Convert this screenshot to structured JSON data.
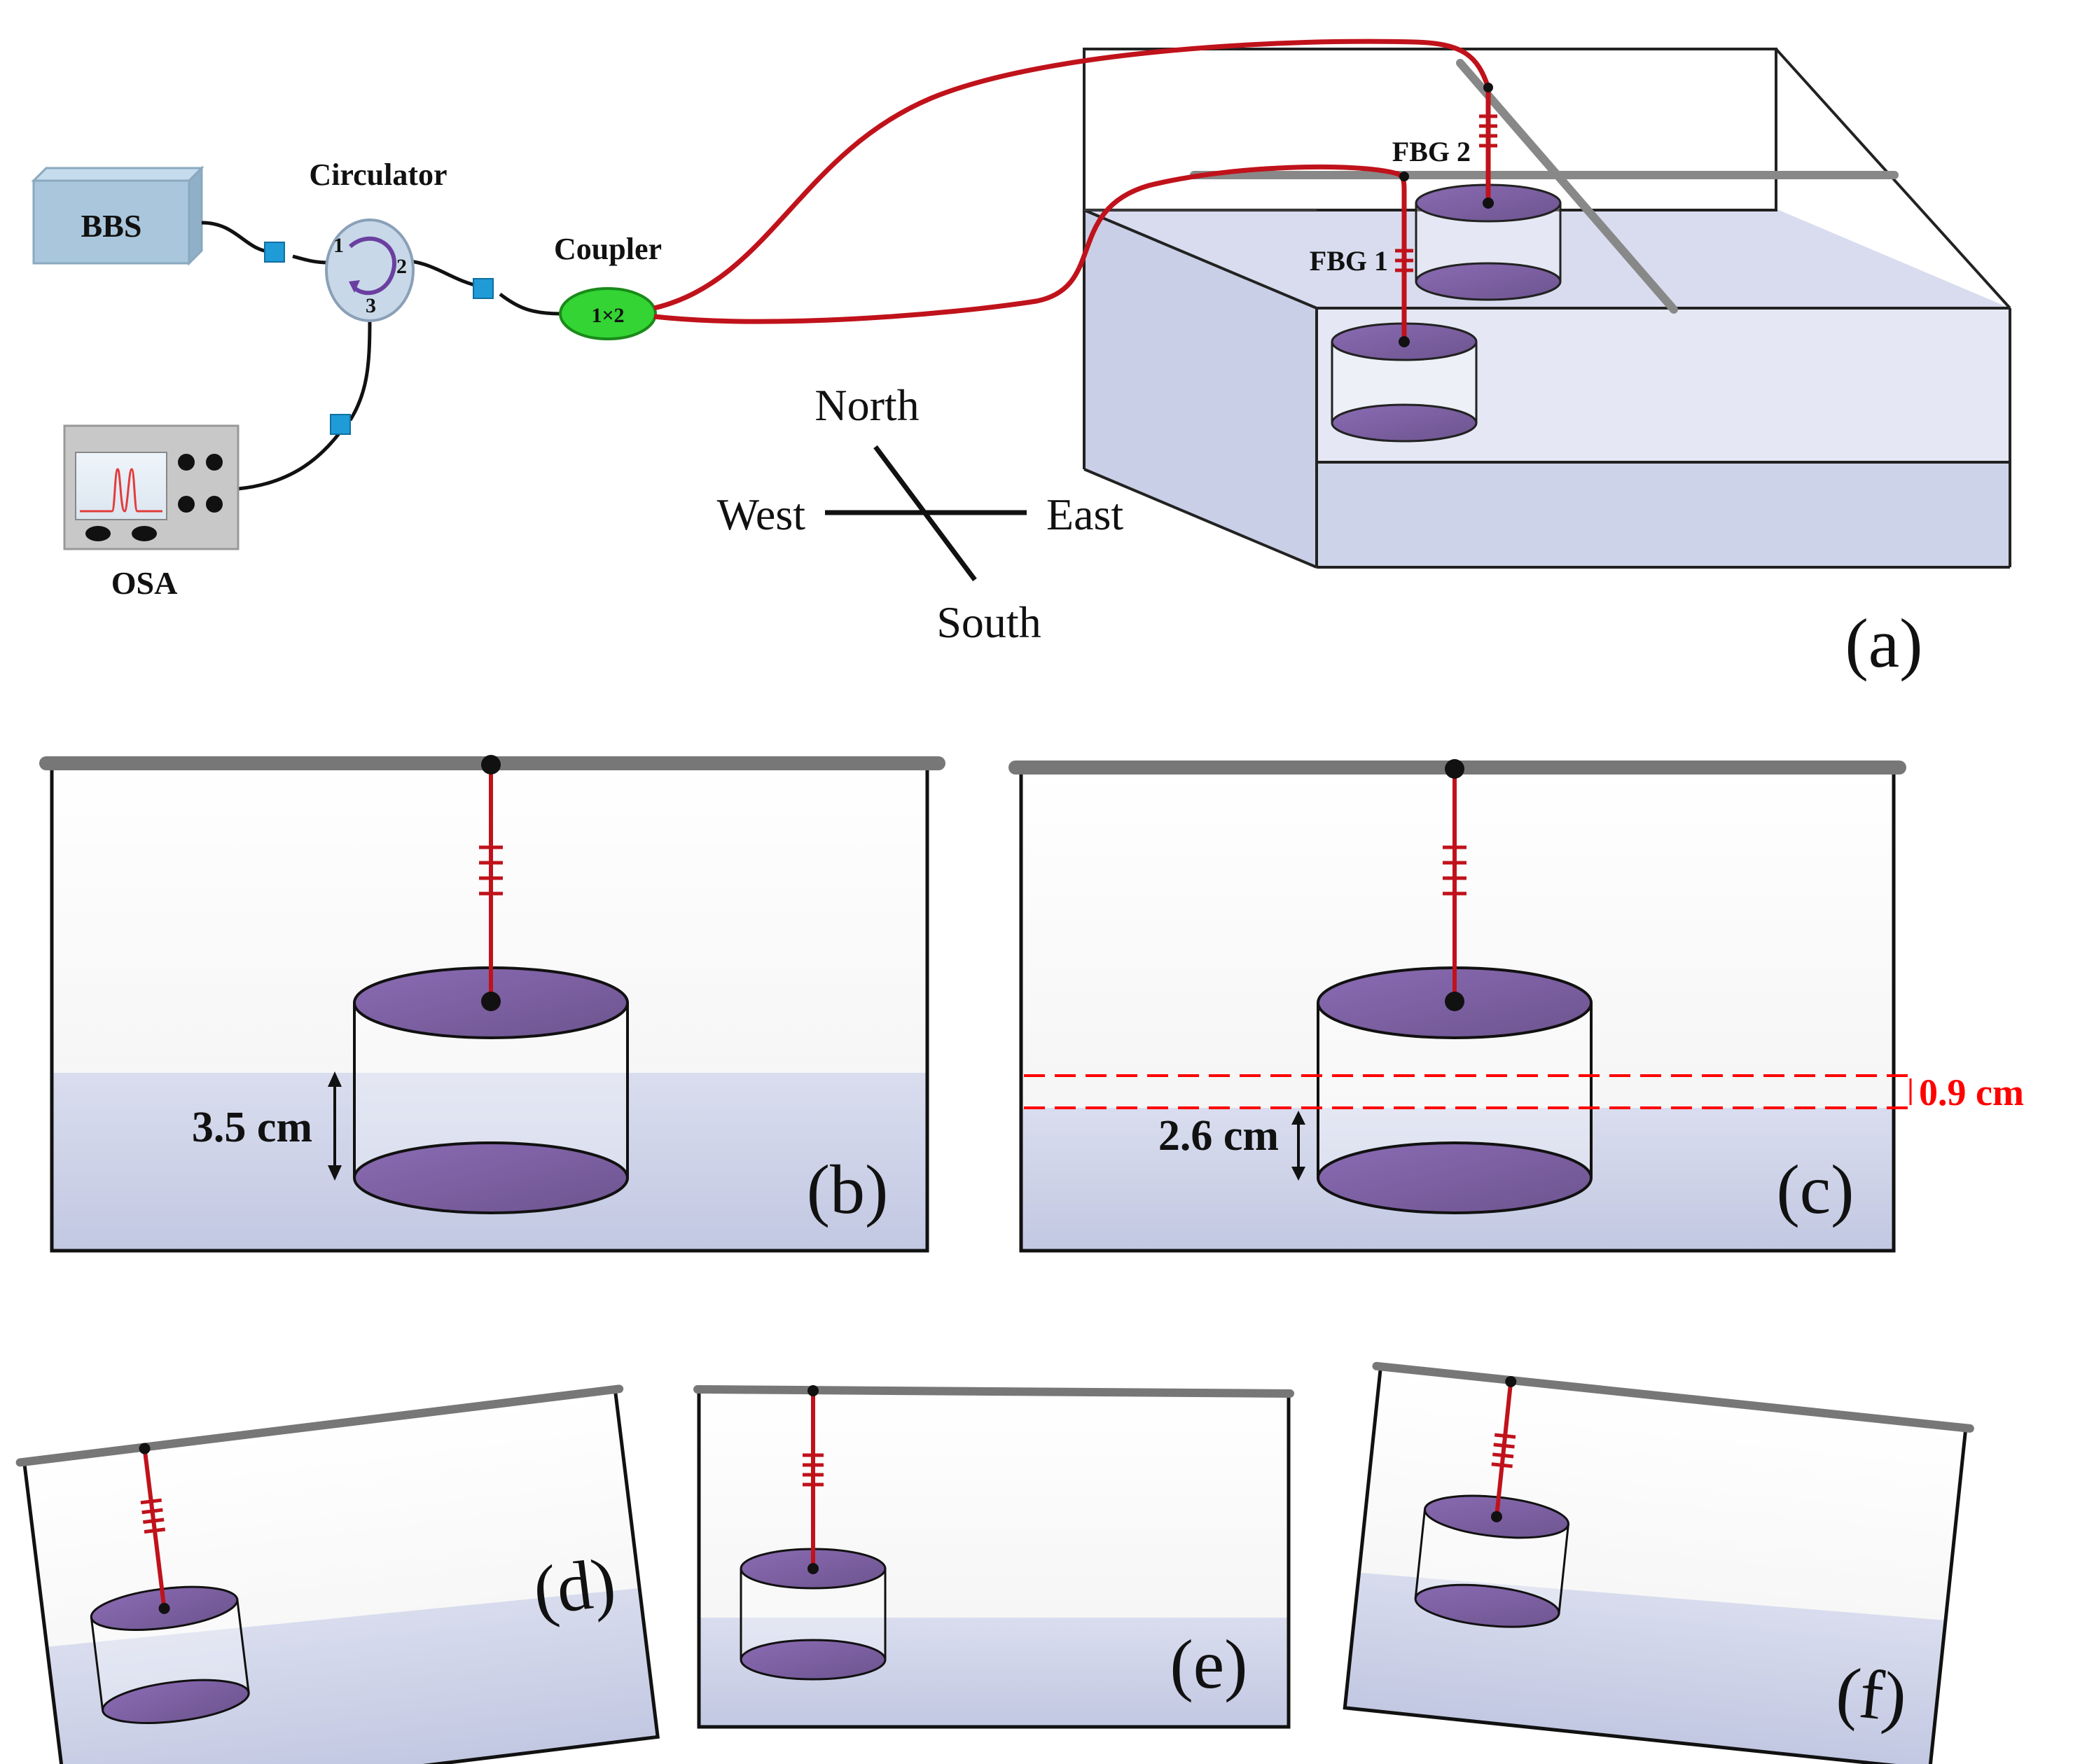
{
  "panel_a": {
    "bbs_label": "BBS",
    "circulator_label": "Circulator",
    "port_1": "1",
    "port_2": "2",
    "port_3": "3",
    "coupler_label": "Coupler",
    "coupler_ratio": "1×2",
    "osa_label": "OSA",
    "fbg1_label": "FBG 1",
    "fbg2_label": "FBG 2",
    "compass": {
      "north": "North",
      "south": "South",
      "east": "East",
      "west": "West"
    },
    "tag": "(a)"
  },
  "panel_b": {
    "depth_label": "3.5 cm",
    "tag": "(b)"
  },
  "panel_c": {
    "depth_label": "2.6 cm",
    "change_label": "0.9 cm",
    "tag": "(c)"
  },
  "panel_d": {
    "tag": "(d)"
  },
  "panel_e": {
    "tag": "(e)"
  },
  "panel_f": {
    "tag": "(f)"
  },
  "colors": {
    "fiber_red": "#c0121b",
    "cylinder_purple": "#7a5fa0",
    "water_blue": "#c9cfe6",
    "bbs_blue": "#a9c6dc",
    "connector_blue": "#1f9bd7",
    "coupler_green": "#33d433",
    "bar_gray": "#777777",
    "annotation_red": "#ff0000"
  }
}
